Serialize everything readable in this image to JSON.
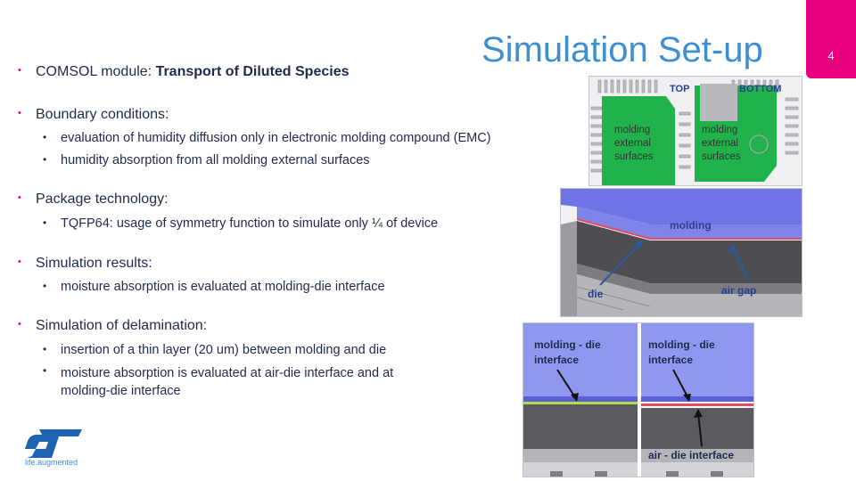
{
  "title": "Simulation Set-up",
  "page_number": "4",
  "bullets": {
    "module_prefix": "COMSOL module: ",
    "module_bold": "Transport of Diluted Species",
    "boundary_heading": "Boundary conditions:",
    "boundary_items": [
      "evaluation of humidity diffusion only in electronic molding compound (EMC)",
      "humidity absorption from all molding external surfaces"
    ],
    "package_heading": "Package technology:",
    "package_items": [
      "TQFP64: usage of symmetry function to simulate only ¼ of device"
    ],
    "results_heading": "Simulation results:",
    "results_items": [
      "moisture absorption is evaluated at molding-die interface"
    ],
    "delam_heading": "Simulation of delamination:",
    "delam_items": [
      "insertion of a thin layer (20 um) between molding and die",
      "moisture absorption is evaluated at air-die interface and at molding-die interface"
    ]
  },
  "figure_top": {
    "top_label": "TOP",
    "bottom_label": "BOTTOM",
    "left_surface_label": [
      "molding",
      "external",
      "surfaces"
    ],
    "right_surface_label": [
      "molding",
      "external",
      "surfaces"
    ]
  },
  "figure_middle": {
    "molding_label": "molding",
    "die_label": "die",
    "air_gap_label": "air gap"
  },
  "figure_bottom": {
    "left_label": [
      "molding - die",
      "interface"
    ],
    "right_label": [
      "molding - die",
      "interface"
    ],
    "air_die_label": "air - die interface"
  },
  "logo": {
    "text": "life.augmented"
  },
  "colors": {
    "title": "#3d8fd1",
    "accent": "#e6007e",
    "body_text": "#1f2a4d",
    "molding_blue": "#7b84e8",
    "package_green": "#21b24c"
  }
}
